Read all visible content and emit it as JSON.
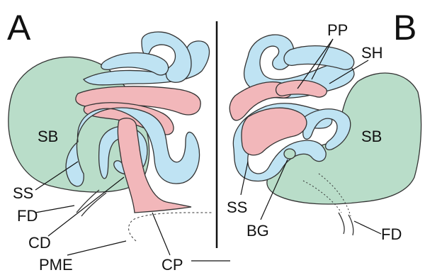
{
  "panels": {
    "left": "A",
    "right": "B"
  },
  "labels_left": {
    "sb": "SB",
    "ss": "SS",
    "fd": "FD",
    "cd": "CD",
    "pme": "PME",
    "cp": "CP"
  },
  "labels_right": {
    "pp": "PP",
    "sh": "SH",
    "sb": "SB",
    "ss": "SS",
    "bg": "BG",
    "fd": "FD"
  },
  "colors": {
    "green": "#b9ddc9",
    "blue": "#bfe3f3",
    "pink": "#f2b7ba",
    "outline": "#333333"
  }
}
